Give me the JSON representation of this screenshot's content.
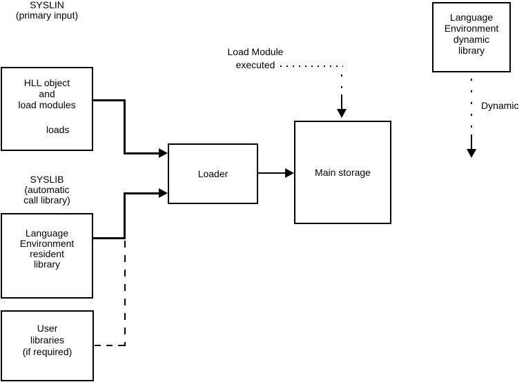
{
  "labels": {
    "syslin_heading": "SYSLIN\n(primary input)",
    "syslib_heading": "SYSLIB\n(automatic\ncall library)",
    "load_module_note": "Load Module\nexecuted",
    "dynamic_note": "Dynamic"
  },
  "boxes": {
    "hll_object": "HLL object\nand\nload modules",
    "hll_object_loads": "loads",
    "le_resident": "Language\nEnvironment\nresident\nlibrary",
    "user_libraries": "User\nlibraries\n(if required)",
    "loader": "Loader",
    "main_storage": "Main storage",
    "le_dynamic": "Language\nEnvironment\ndynamic\nlibrary"
  },
  "colors": {
    "line": "#000000",
    "text": "#000000",
    "background": "#ffffff"
  }
}
